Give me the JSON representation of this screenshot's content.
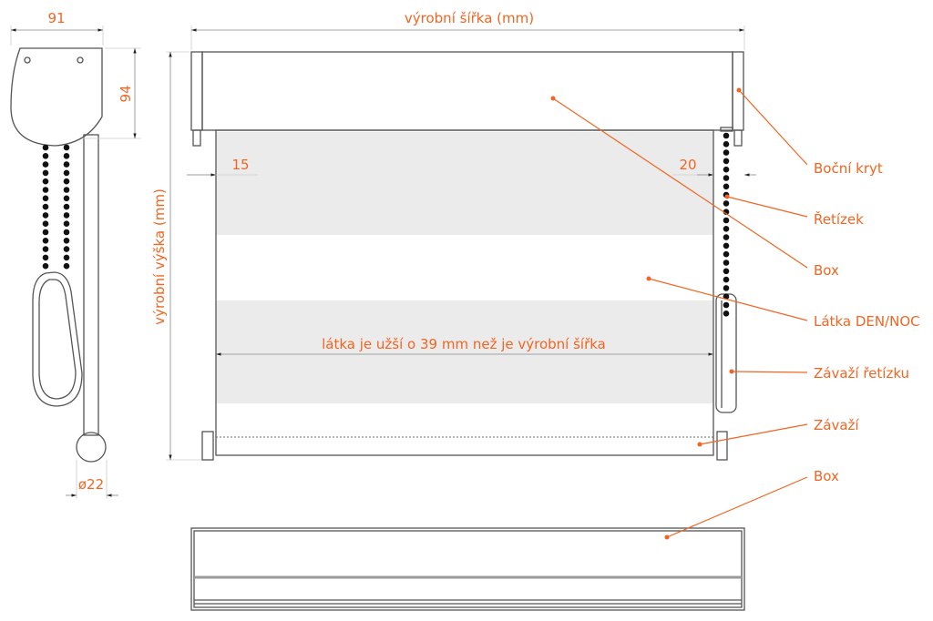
{
  "dimensions": {
    "bracket_width": "91",
    "bracket_height": "94",
    "ball_diameter": "ø22",
    "production_width": "výrobní šířka (mm)",
    "production_height": "výrobní výška (mm)",
    "left_offset": "15",
    "right_offset": "20",
    "fabric_note": "látka je užší o 39 mm než je výrobní šířka"
  },
  "labels": [
    "Boční kryt",
    "Řetízek",
    "Box",
    "Látka DEN/NOC",
    "Závaží řetízku",
    "Závaží",
    "Box"
  ],
  "colors": {
    "accent": "#f26522",
    "stripe": "#ebebeb",
    "line": "#555555"
  }
}
